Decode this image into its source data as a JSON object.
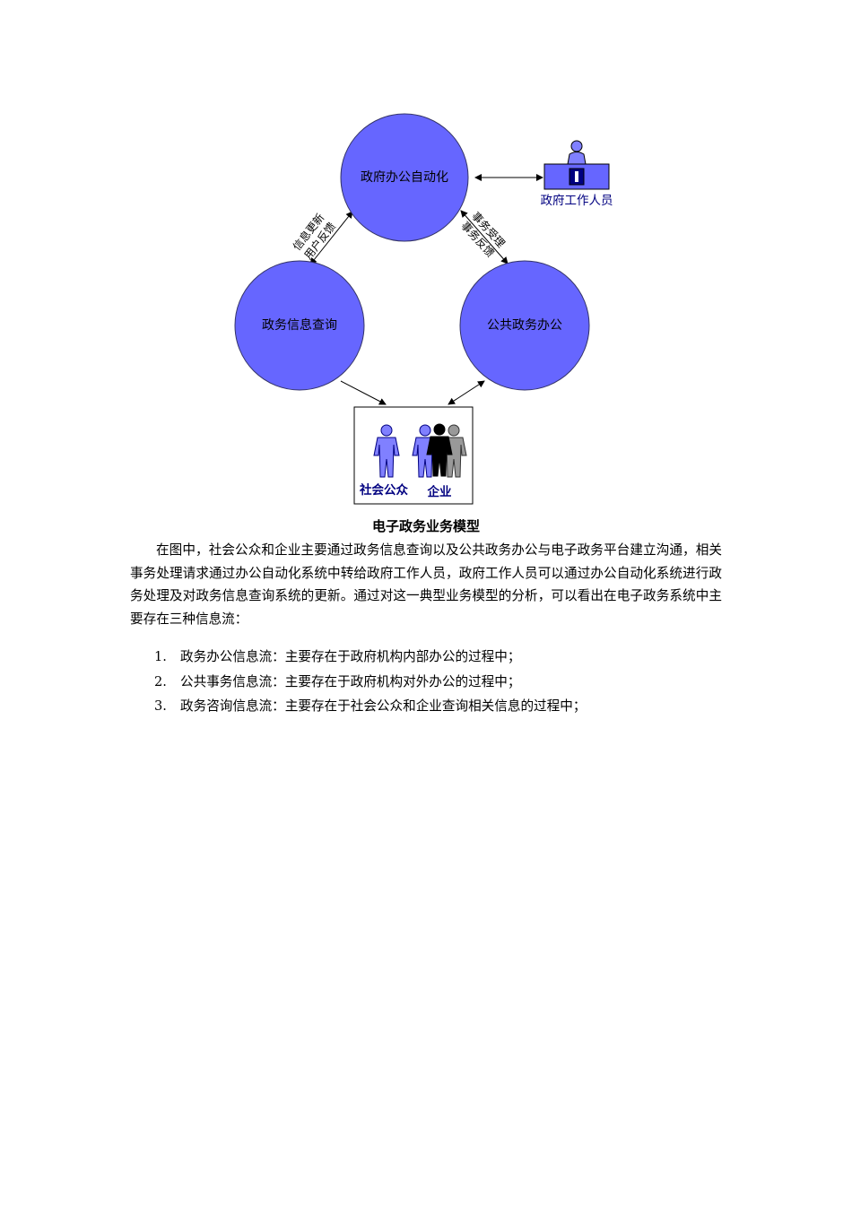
{
  "diagram": {
    "nodes": {
      "office_automation": "政府办公自动化",
      "info_query": "政务信息查询",
      "public_office": "公共政务办公"
    },
    "actors": {
      "staff": "政府工作人员",
      "public": "社会公众",
      "enterprise": "企业"
    },
    "edge_labels": {
      "left_top": "信息更新",
      "left_bottom": "用户反馈",
      "right_top": "事务受理",
      "right_bottom": "事务反馈"
    },
    "colors": {
      "circle_fill": "#6666ff",
      "figure_blue": "#8080ff",
      "label_navy": "#000080"
    }
  },
  "caption": "电子政务业务模型",
  "paragraph": "在图中，社会公众和企业主要通过政务信息查询以及公共政务办公与电子政务平台建立沟通，相关事务处理请求通过办公自动化系统中转给政府工作人员，政府工作人员可以通过办公自动化系统进行政务处理及对政务信息查询系统的更新。通过对这一典型业务模型的分析，可以看出在电子政务系统中主要存在三种信息流：",
  "list": [
    {
      "num": "1.",
      "text": "政务办公信息流：主要存在于政府机构内部办公的过程中；"
    },
    {
      "num": "2.",
      "text": "公共事务信息流：主要存在于政府机构对外办公的过程中；"
    },
    {
      "num": "3.",
      "text": "政务咨询信息流：主要存在于社会公众和企业查询相关信息的过程中；"
    }
  ]
}
